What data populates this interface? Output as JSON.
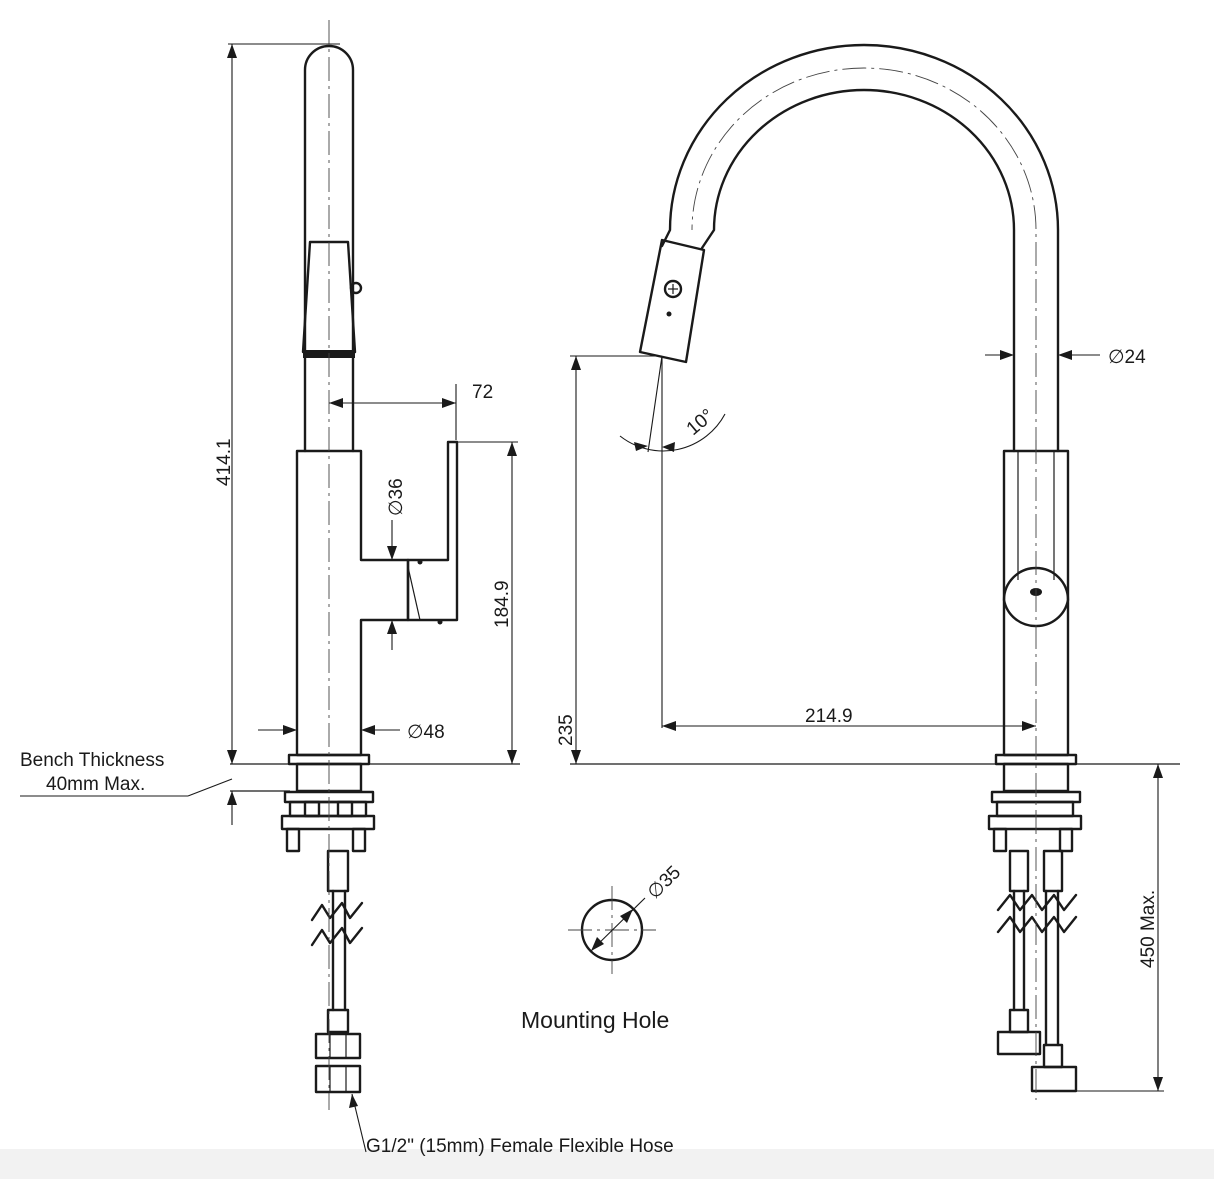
{
  "left_view": {
    "overall_height": "414.1",
    "lever_reach": "72",
    "lever_diameter": "∅36",
    "lever_height": "184.9",
    "body_diameter": "∅48",
    "bench_label_line1": "Bench Thickness",
    "bench_label_line2": "40mm Max."
  },
  "right_view": {
    "spout_diameter": "∅24",
    "spray_angle": "10°",
    "spout_reach": "214.9",
    "spout_height": "235",
    "hose_length": "450 Max."
  },
  "mounting_hole": {
    "diameter": "∅35",
    "label": "Mounting Hole"
  },
  "hose_note": "G1/2\" (15mm) Female Flexible Hose",
  "colors": {
    "line": "#1a1a1a",
    "background": "#ffffff",
    "band": "#f2f2f2"
  }
}
